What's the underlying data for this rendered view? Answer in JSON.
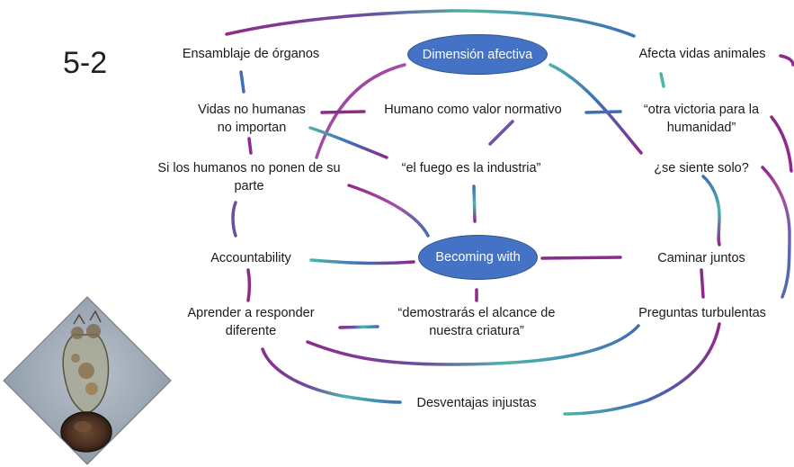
{
  "slide_number": "5-2",
  "hubs": {
    "top": "Dimensión afectiva",
    "center": "Becoming with"
  },
  "nodes": {
    "ensamblaje": "Ensamblaje de órganos",
    "afecta": "Afecta vidas animales",
    "vidas_line1": "Vidas no humanas",
    "vidas_line2": "no importan",
    "humano_valor": "Humano como valor normativo",
    "otra_victoria_line1": "“otra victoria para la",
    "otra_victoria_line2": "humanidad”",
    "si_humanos_line1": "Si los humanos no ponen de su",
    "si_humanos_line2": "parte",
    "fuego": "“el fuego es la industria”",
    "solo": "¿se siente solo?",
    "accountability": "Accountability",
    "caminar": "Caminar juntos",
    "aprender_line1": "Aprender a responder",
    "aprender_line2": "diferente",
    "demostraras_line1": "“demostrarás el alcance de",
    "demostraras_line2": "nuestra criatura”",
    "preguntas": "Preguntas turbulentas",
    "desventajas": "Desventajas injustas"
  },
  "colors": {
    "hub_fill": "#4472c4",
    "stroke_purple": "#8e2a8b",
    "stroke_teal": "#4fb3a9",
    "stroke_blue": "#3d6fb6"
  },
  "image": "microscope-rotifer-photo"
}
